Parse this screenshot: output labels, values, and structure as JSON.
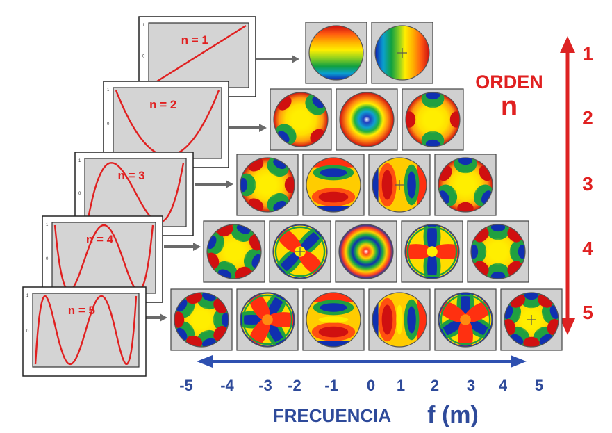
{
  "polynomial_panels": [
    {
      "label": "n = 1",
      "tick_top": "1",
      "tick_mid": "0"
    },
    {
      "label": "n = 2",
      "tick_top": "1",
      "tick_mid": "0"
    },
    {
      "label": "n = 3",
      "tick_top": "1",
      "tick_mid": "0"
    },
    {
      "label": "n = 4",
      "tick_top": "1",
      "tick_mid": "0"
    },
    {
      "label": "n = 5",
      "tick_top": "1",
      "tick_mid": "0"
    }
  ],
  "zernike_rows": [
    {
      "order": 1,
      "frequencies": [
        -1,
        1
      ]
    },
    {
      "order": 2,
      "frequencies": [
        -2,
        0,
        2
      ]
    },
    {
      "order": 3,
      "frequencies": [
        -3,
        -1,
        1,
        3
      ]
    },
    {
      "order": 4,
      "frequencies": [
        -4,
        -2,
        0,
        2,
        4
      ]
    },
    {
      "order": 5,
      "frequencies": [
        -5,
        -3,
        -1,
        1,
        3,
        5
      ]
    }
  ],
  "order_axis": {
    "title_line1": "ORDEN",
    "title_line2": "n",
    "labels": [
      "1",
      "2",
      "3",
      "4",
      "5"
    ]
  },
  "frequency_axis": {
    "title_main": "FRECUENCIA",
    "title_symbol": "f (m)",
    "labels": [
      "-5",
      "-4",
      "-3",
      "-2",
      "-1",
      "0",
      "1",
      "2",
      "3",
      "4",
      "5"
    ]
  },
  "colors": {
    "panel_background": "#d4d4d4",
    "curve": "#e02020",
    "label_red": "#e02020",
    "order_arrow": "#dd2222",
    "frequency_arrow": "#2e50b0",
    "frequency_text": "#2e4a9a",
    "connector_arrow": "#6a6a6a"
  }
}
